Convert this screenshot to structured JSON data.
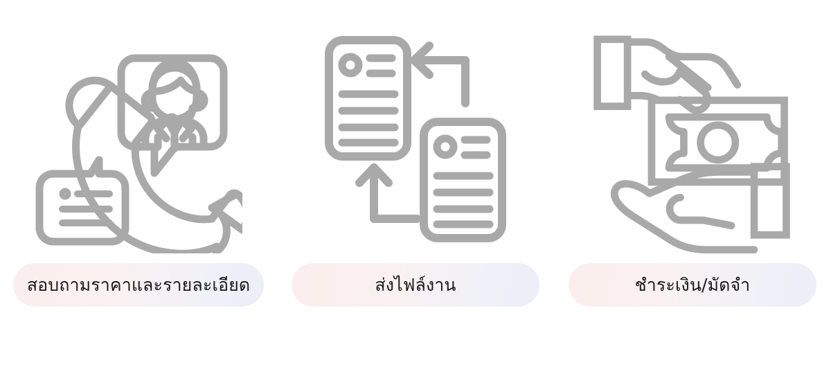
{
  "page": {
    "background_color": "#ffffff",
    "icon_stroke_color": "#a9a9a9",
    "label_text_color": "#1a1a1a",
    "pill_gradient_from": "#fbeeee",
    "pill_gradient_to": "#ecedf8"
  },
  "steps": [
    {
      "id": "inquiry",
      "label": "สอบถามราคาและรายละเอียด",
      "icon_name": "phone-support-agent-icon",
      "icon_parts": [
        "telephone-handset-icon",
        "support-agent-speech-bubble-icon",
        "chat-message-bubble-icon"
      ]
    },
    {
      "id": "send-file",
      "label": "ส่งไฟล์งาน",
      "icon_name": "document-transfer-icon",
      "icon_parts": [
        "document-top-left-icon",
        "document-bottom-right-icon",
        "arrow-left-down-icon",
        "arrow-left-up-icon"
      ]
    },
    {
      "id": "payment",
      "label": "ชำระเงิน/มัดจำ",
      "icon_name": "cash-payment-hands-icon",
      "icon_parts": [
        "hand-holding-banknote-icon",
        "open-receiving-hand-icon"
      ]
    }
  ]
}
